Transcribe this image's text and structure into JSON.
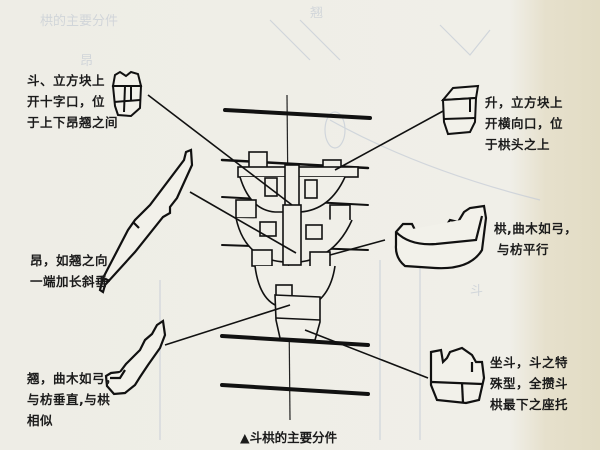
{
  "figure": {
    "caption_marker": "▲",
    "caption": "斗栱的主要分件",
    "colors": {
      "paper": "#efede4",
      "ink": "#1b1b1b",
      "bleed_through": "#b9c2cf",
      "page_edge": "#e2dcc4"
    }
  },
  "labels": {
    "dou": {
      "lines": [
        "斗、立方块上",
        "开十字口，位",
        "于上下昂翘之间"
      ]
    },
    "sheng": {
      "lines": [
        "升，立方块上",
        "开横向口，位",
        "于栱头之上"
      ]
    },
    "ang": {
      "lines": [
        "昂，如翘之向",
        "一端加长斜垂"
      ]
    },
    "gong": {
      "lines": [
        "栱,曲木如弓，",
        "与枋平行"
      ]
    },
    "qiao": {
      "lines": [
        "翘，曲木如弓，",
        "与枋垂直,与栱",
        "相似"
      ]
    },
    "zuodou": {
      "lines": [
        "坐斗，斗之特",
        "殊型，全攒斗",
        "栱最下之座托"
      ]
    }
  },
  "bleed_through_text": [
    "栱的主要分件",
    "翘",
    "昂",
    "斗"
  ]
}
